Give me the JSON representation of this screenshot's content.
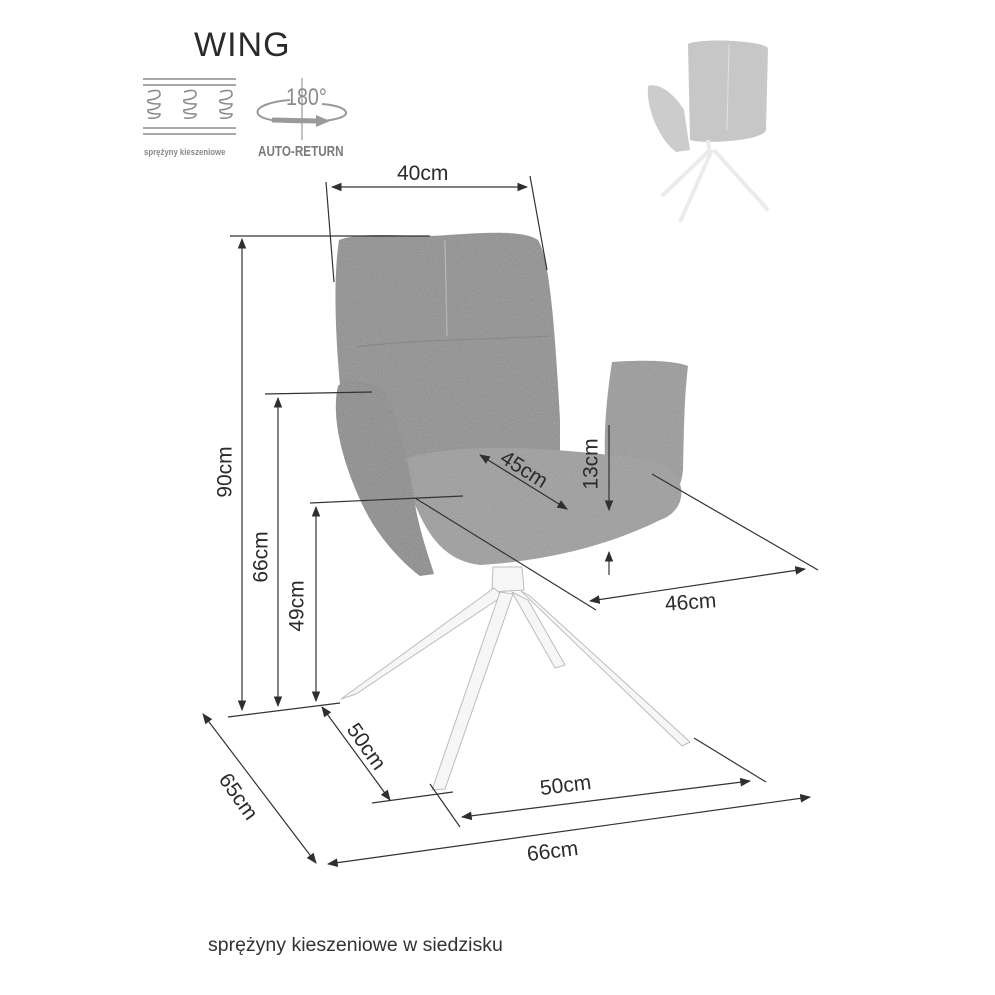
{
  "product": {
    "title": "WING",
    "features": [
      {
        "icon": "pocket-springs-icon",
        "caption": "sprężyny kieszeniowe"
      },
      {
        "icon": "rotate-180-icon",
        "value": "180°",
        "caption": "AUTO-RETURN"
      }
    ]
  },
  "dimensions": {
    "backrest_width": "40cm",
    "total_height": "90cm",
    "armrest_height": "66cm",
    "seat_height": "49cm",
    "seat_depth": "45cm",
    "armrest_above_seat": "13cm",
    "seat_width": "46cm",
    "base_depth": "50cm",
    "base_width": "50cm",
    "total_depth": "65cm",
    "total_width": "66cm"
  },
  "footer": {
    "note": "sprężyny kieszeniowe w siedzisku"
  },
  "colors": {
    "fabric": "#8f8f8f",
    "fabric_light": "#a9a9a9",
    "legs": "#f4f4f4",
    "dimension_line": "#333333"
  }
}
